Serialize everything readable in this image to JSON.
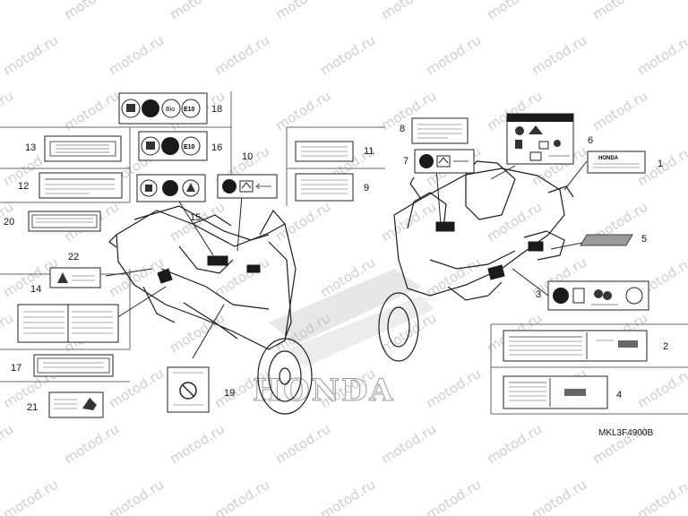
{
  "watermark": "motod.ru",
  "brand": "HONDA",
  "diagram_code": "MKL3F4900B",
  "callouts": [
    "1",
    "2",
    "3",
    "4",
    "5",
    "6",
    "7",
    "8",
    "9",
    "10",
    "11",
    "12",
    "13",
    "14",
    "15",
    "16",
    "17",
    "18",
    "19",
    "20",
    "21",
    "22"
  ],
  "label_text": {
    "label1": "HONDA",
    "pictogram_bio": "Bio",
    "pictogram_e10": "E10"
  }
}
